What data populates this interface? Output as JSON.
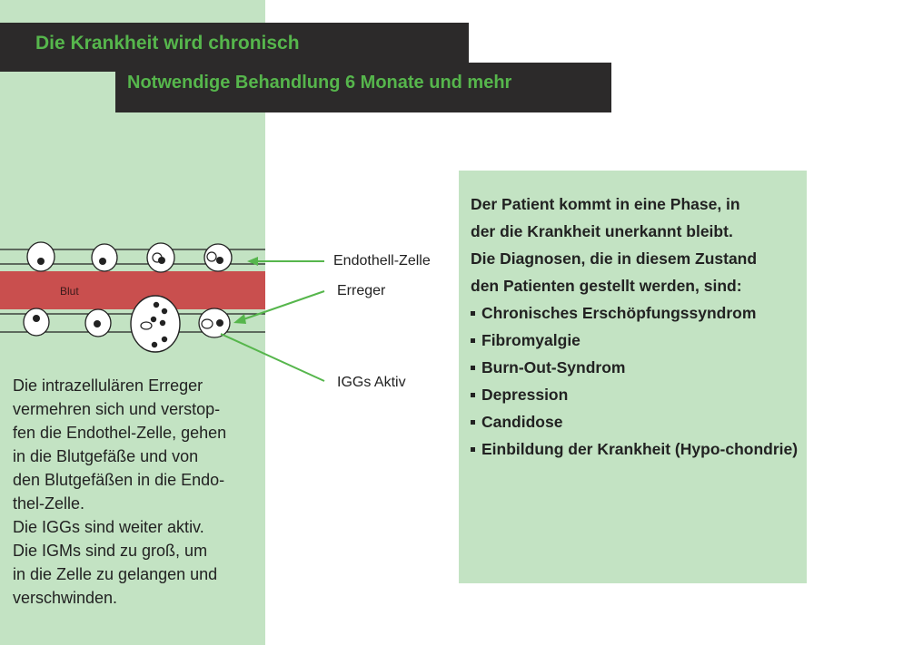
{
  "header": {
    "title": "Die Krankheit wird chronisch",
    "subtitle": "Notwendige Behandlung 6 Monate und mehr"
  },
  "diagram": {
    "vessel_label": "Blut",
    "labels": {
      "endothel": "Endothell-Zelle",
      "erreger": "Erreger",
      "iggs": "IGGs Aktiv"
    },
    "colors": {
      "vessel": "#c94f4e",
      "arrow": "#56b64c",
      "panel": "#c3e3c3",
      "banner": "#2c2a2a"
    }
  },
  "left_text": {
    "lines": [
      "Die intrazellulären Erreger",
      "vermehren sich und verstop-",
      "fen die Endothel-Zelle, gehen",
      "in die Blutgefäße und von",
      "den Blutgefäßen in die Endo-",
      "thel-Zelle.",
      "Die IGGs sind weiter aktiv.",
      "Die IGMs sind zu groß, um",
      "in die Zelle zu gelangen und",
      "verschwinden."
    ]
  },
  "info_box": {
    "intro_lines": [
      "Der Patient kommt in eine Phase, in",
      "der die Krankheit unerkannt bleibt.",
      "Die Diagnosen, die in diesem Zustand",
      "den Patienten gestellt werden, sind:"
    ],
    "items": [
      "Chronisches Erschöpfungssyndrom",
      "Fibromyalgie",
      "Burn-Out-Syndrom",
      "Depression",
      "Candidose",
      "Einbildung der Krankheit (Hypo-chondrie)"
    ]
  }
}
